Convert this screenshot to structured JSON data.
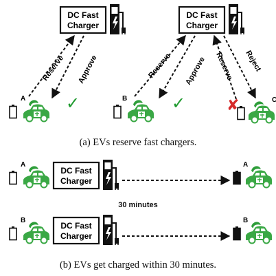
{
  "figure": {
    "charger_line1": "DC Fast",
    "charger_line2": "Charger",
    "ev_a": "A",
    "ev_b": "B",
    "ev_c": "C",
    "reserve": "Reserve",
    "approve": "Approve",
    "reject": "Reject",
    "check_mark": "✓",
    "cross_mark": "✘",
    "duration": "30 minutes",
    "caption_a": "(a) EVs reserve fast chargers.",
    "caption_b": "(b) EVs get charged within 30 minutes.",
    "colors": {
      "ink": "#111111",
      "leaf": "#2e9e3a",
      "car": "#3aa845",
      "check": "#1e9a2e",
      "cross": "#d62a2a"
    }
  }
}
